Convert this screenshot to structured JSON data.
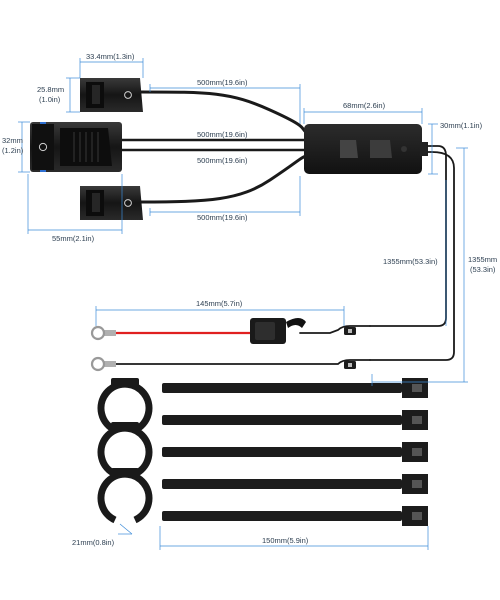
{
  "dimensions": {
    "socket_width": "33.4mm(1.3in)",
    "socket_height_mm": "25.8mm",
    "socket_height_in": "(1.0in)",
    "main_height_mm": "32mm",
    "main_height_in": "(1.2in)",
    "main_width": "55mm(2.1in)",
    "cable_top": "500mm(19.6in)",
    "cable_mid_1": "500mm(19.6in)",
    "cable_mid_2": "500mm(19.6in)",
    "cable_bottom": "500mm(19.6in)",
    "hub_width": "68mm(2.6in)",
    "hub_height": "30mm(1.1in)",
    "power_cable_a": "1355mm(53.3in)",
    "power_cable_b_mm": "1355mm",
    "power_cable_b_in": "(53.3in)",
    "fuse_lead": "145mm(5.7in)",
    "clamp_diameter": "21mm(0.8in)",
    "tie_length": "150mm(5.9in)"
  },
  "colors": {
    "dimension_line": "#3b8bd8",
    "positive_wire": "#e02020",
    "device_body": "#1b1b1b"
  }
}
